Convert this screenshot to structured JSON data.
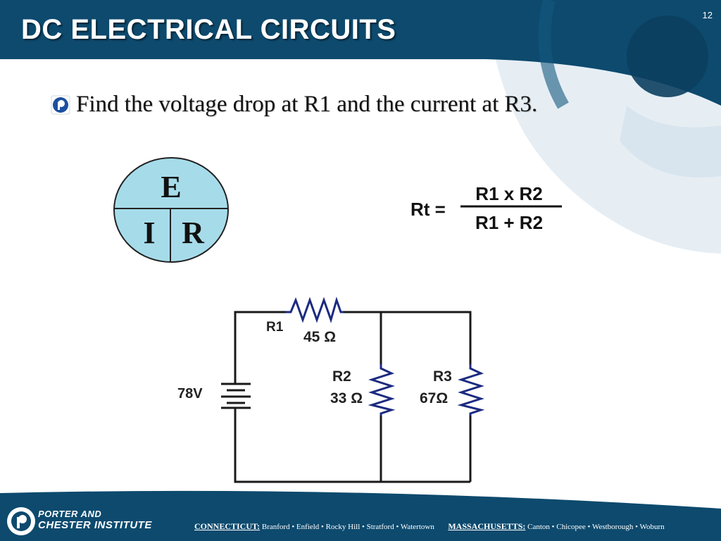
{
  "slide": {
    "title": "DC ELECTRICAL CIRCUITS",
    "page_number": "12",
    "bullet": "Find the voltage drop at R1 and the current at R3."
  },
  "ohms_wheel": {
    "top": "E",
    "bottom_left": "I",
    "bottom_right": "R"
  },
  "formula": {
    "lhs": "Rt =",
    "numerator": "R1 x R2",
    "denominator": "R1 + R2"
  },
  "circuit": {
    "source_label": "78V",
    "r1_name": "R1",
    "r1_value": "45 Ω",
    "r2_name": "R2",
    "r2_value": "33 Ω",
    "r3_name": "R3",
    "r3_value": "67Ω"
  },
  "footer": {
    "brand_line1": "PORTER AND",
    "brand_line2": "CHESTER INSTITUTE",
    "ct_label": "CONNECTICUT:",
    "ct_locations": "Branford • Enfield • Rocky Hill • Stratford • Watertown",
    "ma_label": "MASSACHUSETTS:",
    "ma_locations": "Canton • Chicopee • Westborough • Woburn"
  },
  "colors": {
    "header_blue": "#0d4a6e",
    "watermark_blue": "#1a6a94",
    "wheel_fill": "#a6dcea",
    "wire": "#1a1a1a",
    "resistor": "#1c2a80"
  }
}
